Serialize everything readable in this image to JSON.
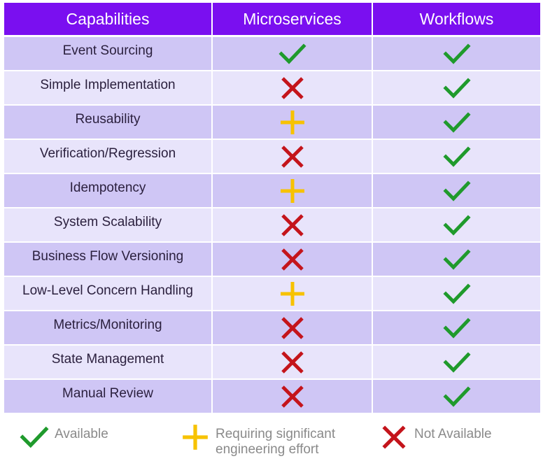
{
  "table": {
    "headers": [
      "Capabilities",
      "Microservices",
      "Workflows"
    ],
    "rows": [
      {
        "capability": "Event Sourcing",
        "microservices": "check-icon",
        "workflows": "check-icon"
      },
      {
        "capability": "Simple Implementation",
        "microservices": "cross-icon",
        "workflows": "check-icon"
      },
      {
        "capability": "Reusability",
        "microservices": "plus-icon",
        "workflows": "check-icon"
      },
      {
        "capability": "Verification/Regression",
        "microservices": "cross-icon",
        "workflows": "check-icon"
      },
      {
        "capability": "Idempotency",
        "microservices": "plus-icon",
        "workflows": "check-icon"
      },
      {
        "capability": "System Scalability",
        "microservices": "cross-icon",
        "workflows": "check-icon"
      },
      {
        "capability": "Business Flow Versioning",
        "microservices": "cross-icon",
        "workflows": "check-icon"
      },
      {
        "capability": "Low-Level Concern Handling",
        "microservices": "plus-icon",
        "workflows": "check-icon"
      },
      {
        "capability": "Metrics/Monitoring",
        "microservices": "cross-icon",
        "workflows": "check-icon"
      },
      {
        "capability": "State Management",
        "microservices": "cross-icon",
        "workflows": "check-icon"
      },
      {
        "capability": "Manual Review",
        "microservices": "cross-icon",
        "workflows": "check-icon"
      }
    ]
  },
  "legend": {
    "available": "Available",
    "effort_line1": "Requiring significant",
    "effort_line2": "engineering effort",
    "not_available": "Not Available"
  },
  "colors": {
    "header_bg": "#7a0ff0",
    "row_dark": "#cfc6f5",
    "row_light": "#e8e4fb",
    "check": "#1f9a2c",
    "cross": "#c4141b",
    "plus": "#f7c200"
  }
}
